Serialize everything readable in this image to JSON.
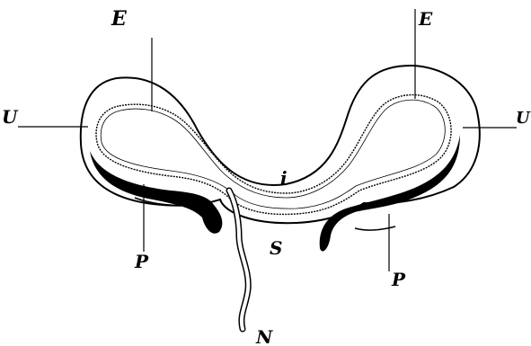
{
  "labels": {
    "e_left": "E",
    "e_right": "E",
    "u_left": "U",
    "u_right": "U",
    "i": "i",
    "s": "S",
    "p_left": "P",
    "p_right": "P",
    "n": "N"
  },
  "colors": {
    "ink": "#000000",
    "paper": "#ffffff"
  }
}
